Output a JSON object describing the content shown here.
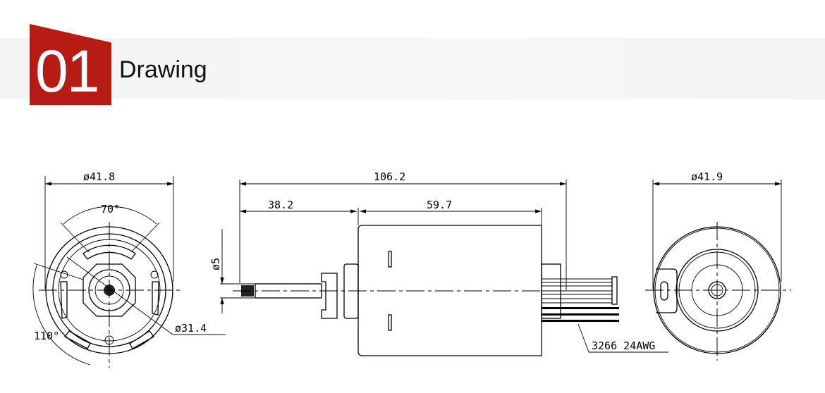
{
  "header": {
    "number": "01",
    "title": "Drawing",
    "accent_color": "#b71c14"
  },
  "drawing": {
    "front_view": {
      "diameter": "ø41.8",
      "angle_top": "70°",
      "angle_left": "110°",
      "bolt_circle": "ø31.4"
    },
    "side_view": {
      "overall_length": "106.2",
      "shaft_length": "38.2",
      "body_length": "59.7",
      "shaft_diameter": "ø5",
      "wire_label": "3266 24AWG"
    },
    "rear_view": {
      "diameter": "ø41.9"
    }
  }
}
